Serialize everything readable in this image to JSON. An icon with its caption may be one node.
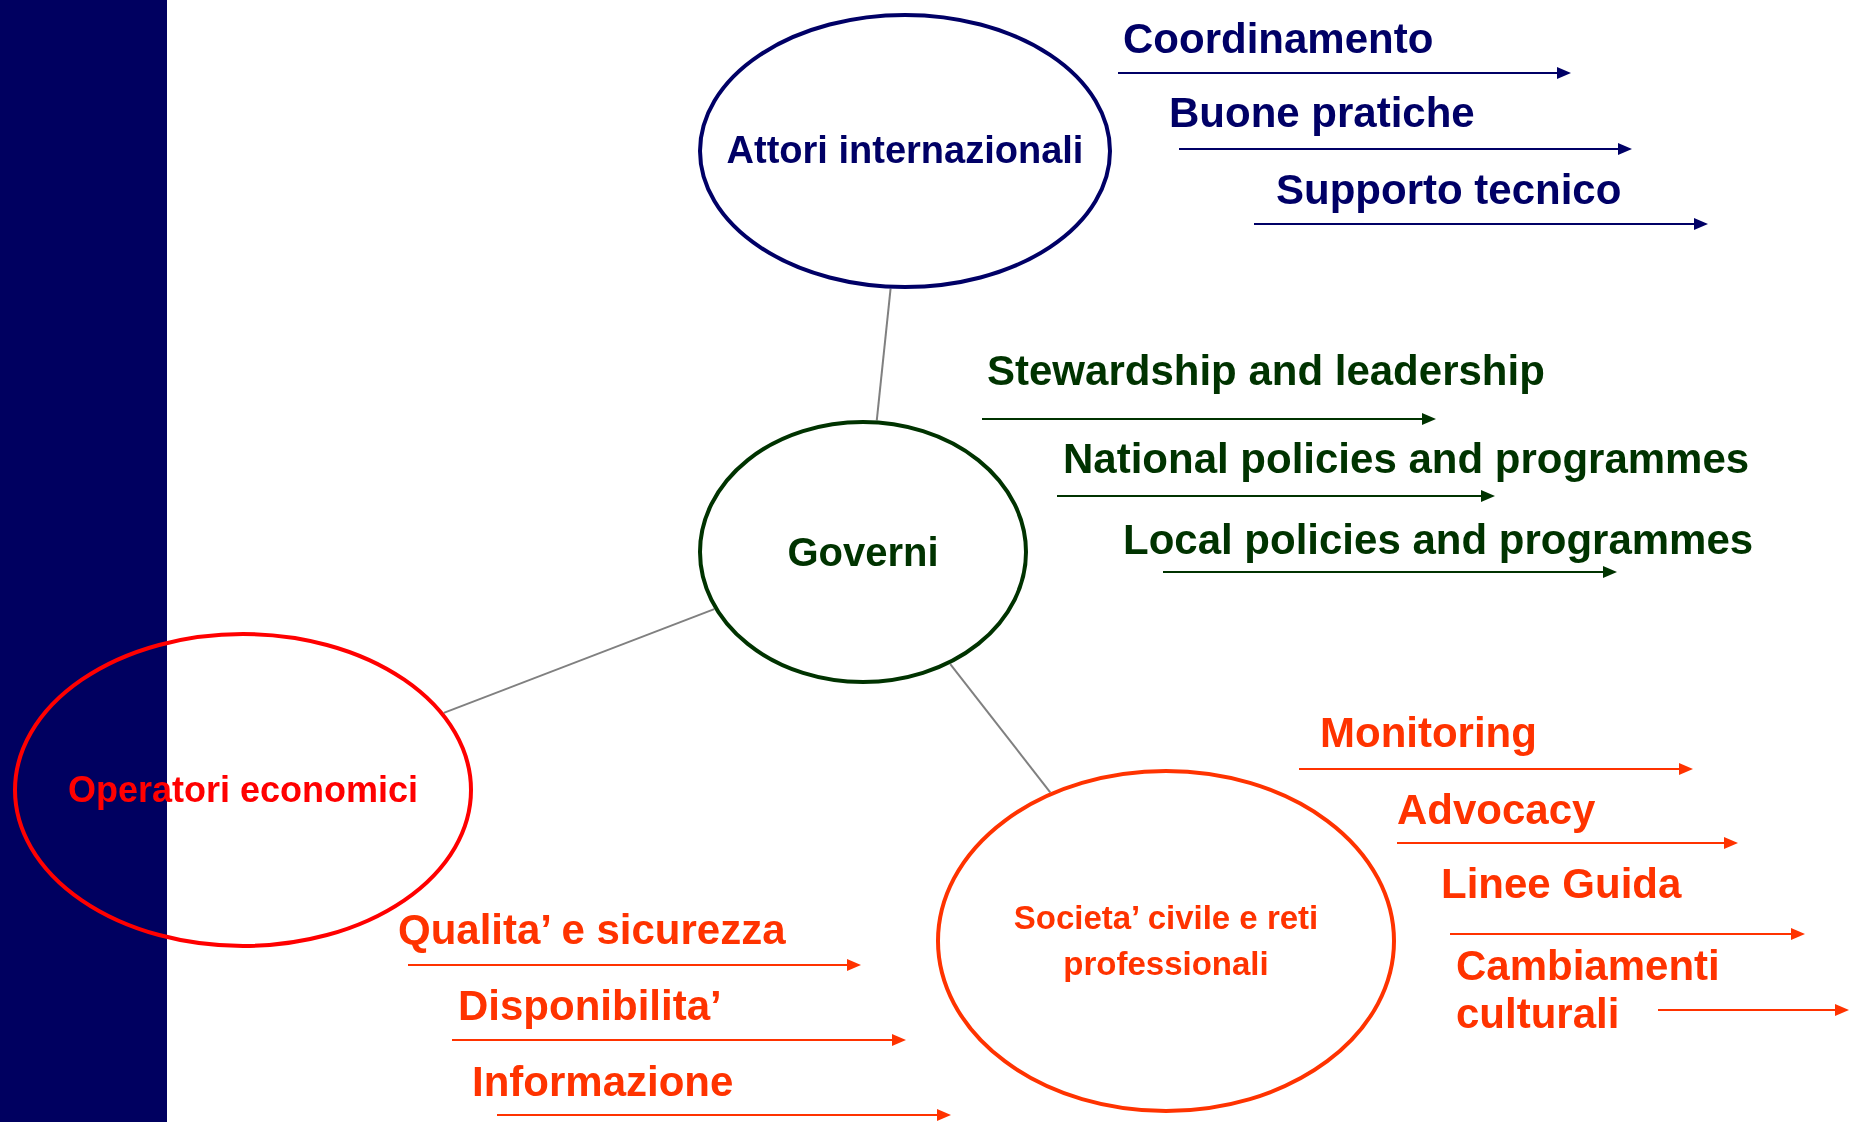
{
  "diagram": {
    "nodes": [
      {
        "text": [
          "Attori internazionali"
        ]
      },
      {
        "text": [
          "Governi"
        ]
      },
      {
        "text": [
          "Operatori economici"
        ]
      },
      {
        "text": [
          "Societa’ civile e reti professionali"
        ]
      },
      {
        "text": [],
        "shape": "bar"
      }
    ],
    "edges": [
      {
        "from": 0,
        "to": 1,
        "arrow": "none"
      },
      {
        "from": 1,
        "to": 2,
        "arrow": "none"
      },
      {
        "from": 1,
        "to": 3,
        "arrow": "none"
      }
    ],
    "labels": [
      "Coordinamento",
      "Buone pratiche",
      "Supporto tecnico",
      "Stewardship and leadership",
      "National policies and programmes",
      "Local policies and programmes",
      "Monitoring",
      "Advocacy",
      "Linee Guida",
      "Cambiamenti culturali",
      "Qualita’ e sicurezza",
      "Disponibilita’",
      "Informazione"
    ]
  }
}
